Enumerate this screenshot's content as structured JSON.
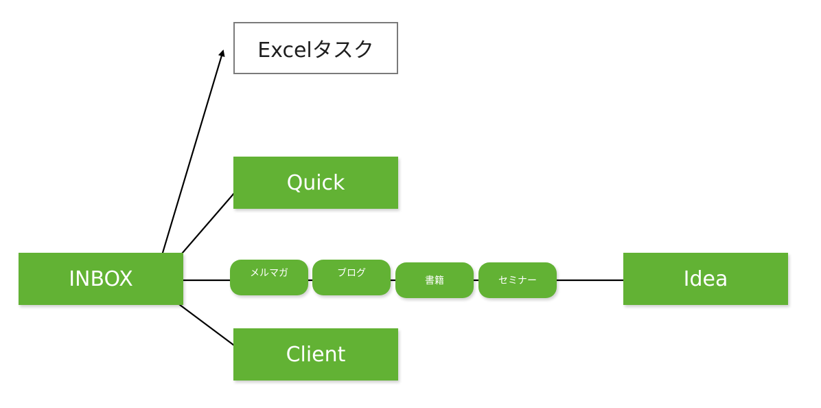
{
  "nodes": {
    "inbox": "INBOX",
    "excel": "Excelタスク",
    "quick": "Quick",
    "client": "Client",
    "idea": "Idea"
  },
  "pipeline": [
    "メルマガ",
    "ブログ",
    "書籍",
    "セミナー"
  ],
  "colors": {
    "green": "#62b234",
    "outline": "#7a7a7a",
    "arrow": "#000000"
  }
}
